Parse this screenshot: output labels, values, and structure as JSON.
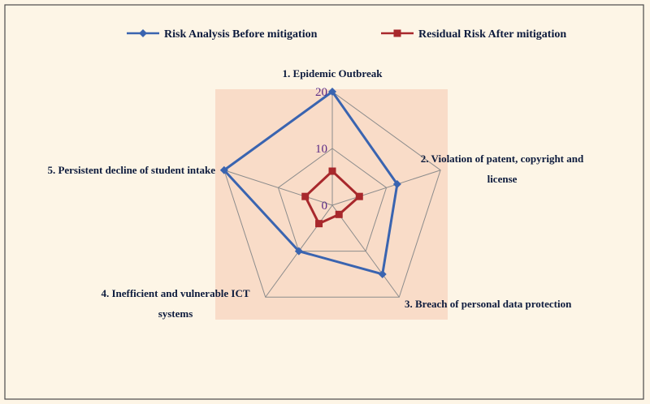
{
  "chart_data": {
    "type": "radar",
    "categories": [
      [
        "1. Epidemic Outbreak"
      ],
      [
        "2. Violation of patent, copyright and",
        "license"
      ],
      [
        "3.  Breach of personal data protection"
      ],
      [
        "4.  Inefficient and vulnerable ICT",
        "systems"
      ],
      [
        "5. Persistent decline of  student intake"
      ]
    ],
    "series": [
      {
        "name": "Risk  Analysis Before mitigation",
        "values": [
          20,
          12,
          15,
          10,
          20
        ]
      },
      {
        "name": "Residual Risk After mitigation",
        "values": [
          6,
          5,
          2,
          4,
          5
        ]
      }
    ],
    "rlim": [
      0,
      20
    ],
    "ticks": [
      "0",
      "10",
      "20"
    ],
    "legend_position": "top",
    "grid": true,
    "colors": {
      "background": "#fdf5e6",
      "plot_area": "#f9dcc8",
      "grid": "#8c8c8c",
      "series": [
        "#3a64b0",
        "#a8282c"
      ],
      "tick_text": "#5b2a86"
    }
  }
}
